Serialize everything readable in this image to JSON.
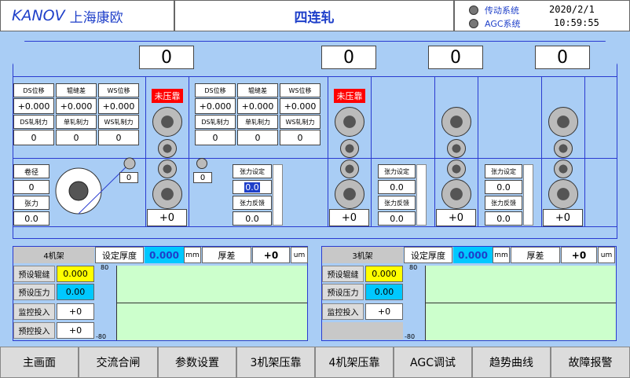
{
  "header": {
    "brand_en": "KANOV",
    "brand_cn": "上海康欧",
    "title": "四连轧",
    "status1": "传动系统",
    "status2": "AGC系统",
    "date": "2020/2/1",
    "time": "10:59:55"
  },
  "top_numbers": [
    "0",
    "0",
    "0",
    "0"
  ],
  "stand_group_a": {
    "labels": [
      "DS位移",
      "辊缝差",
      "WS位移",
      "DS轧制力",
      "单轧制力",
      "WS轧制力"
    ],
    "values": [
      "+0.000",
      "+0.000",
      "+0.000",
      "0",
      "0",
      "0"
    ]
  },
  "stand_group_b": {
    "labels": [
      "DS位移",
      "辊缝差",
      "WS位移",
      "DS轧制力",
      "单轧制力",
      "WS轧制力"
    ],
    "values": [
      "+0.000",
      "+0.000",
      "+0.000",
      "0",
      "0",
      "0"
    ]
  },
  "badges": [
    "未压靠",
    "未压靠"
  ],
  "coil": {
    "diameter_label": "卷径",
    "diameter_value": "0",
    "tension_label": "张力",
    "tension_value": "0.0",
    "small1": "0",
    "small2": "0"
  },
  "tension_blocks": [
    {
      "set_label": "张力设定",
      "set_value": "0.0",
      "fb_label": "张力反馈",
      "fb_value": "0.0"
    },
    {
      "set_label": "张力设定",
      "set_value": "0.0",
      "fb_label": "张力反馈",
      "fb_value": "0.0"
    },
    {
      "set_label": "张力设定",
      "set_value": "0.0",
      "fb_label": "张力反馈",
      "fb_value": "0.0"
    }
  ],
  "stand_bottom": [
    "+0",
    "+0",
    "+0",
    "+0"
  ],
  "panel4": {
    "title": "4机架",
    "set_thick_label": "设定厚度",
    "set_thick_value": "0.000",
    "unit_mm": "mm",
    "diff_label": "厚差",
    "diff_value": "+0",
    "unit_um": "um",
    "btn_gap": "预设辊缝",
    "gap_value": "0.000",
    "btn_force": "预设压力",
    "force_value": "0.00",
    "btn_monitor": "监控投入",
    "monitor_value": "+0",
    "btn_preset": "预控投入",
    "preset_value": "+0",
    "ymax": "80",
    "ymin": "-80"
  },
  "panel3": {
    "title": "3机架",
    "set_thick_label": "设定厚度",
    "set_thick_value": "0.000",
    "unit_mm": "mm",
    "diff_label": "厚差",
    "diff_value": "+0",
    "unit_um": "um",
    "btn_gap": "预设辊缝",
    "gap_value": "0.000",
    "btn_force": "预设压力",
    "force_value": "0.00",
    "btn_monitor": "监控投入",
    "monitor_value": "+0",
    "ymax": "80",
    "ymin": "-80"
  },
  "nav": [
    "主画面",
    "交流合闸",
    "参数设置",
    "3机架压靠",
    "4机架压靠",
    "AGC调试",
    "趋势曲线",
    "故障报警"
  ],
  "colors": {
    "yellow": "#ffff00",
    "cyan": "#00c8ff",
    "red": "#ff0000",
    "plot": "#ccffcc"
  }
}
